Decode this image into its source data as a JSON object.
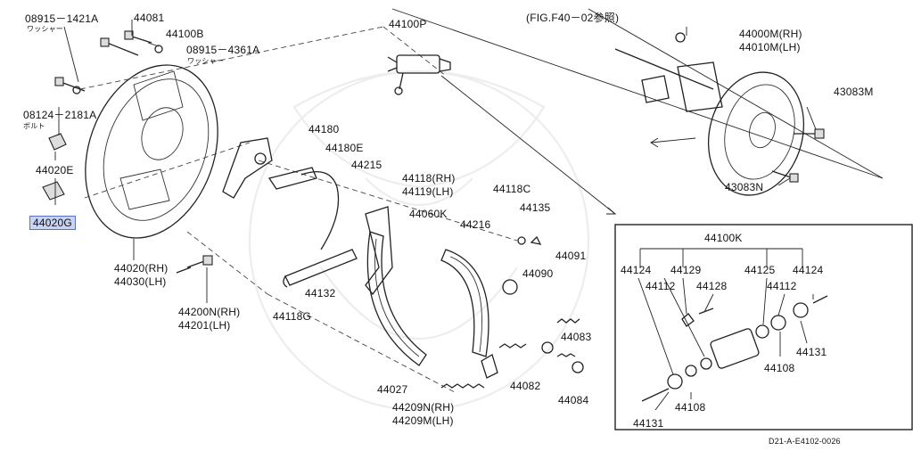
{
  "diagram": {
    "part_labels": {
      "p08915_1421A": "08915－1421A",
      "p44081": "44081",
      "p44100B": "44100B",
      "p08915_4361A": "08915－4361A",
      "p08124_2181A": "08124－2181A",
      "p44020E": "44020E",
      "p44020G": "44020G",
      "p44020_rh": "44020(RH)",
      "p44030_lh": "44030(LH)",
      "p44200N_rh": "44200N(RH)",
      "p44201_lh": "44201(LH)",
      "p44100P": "44100P",
      "p44180": "44180",
      "p44180E": "44180E",
      "p44215": "44215",
      "p44118_rh": "44118(RH)",
      "p44119_lh": "44119(LH)",
      "p44060K": "44060K",
      "p44216": "44216",
      "p44118C": "44118C",
      "p44135": "44135",
      "p44132": "44132",
      "p44118G": "44118G",
      "p44090": "44090",
      "p44091": "44091",
      "p44083": "44083",
      "p44082": "44082",
      "p44084": "44084",
      "p44027": "44027",
      "p44209N_rh": "44209N(RH)",
      "p44209M_lh": "44209M(LH)",
      "p44000M_rh": "44000M(RH)",
      "p44010M_lh": "44010M(LH)",
      "p43083M": "43083M",
      "p43083N": "43083N"
    },
    "annotations": {
      "washer_1": "ワッシャー",
      "washer_2": "ワッシャー",
      "bolt": "ボルト",
      "fig_ref": "(FIG.F40－02参照)",
      "footer_code": "D21-A-E4102-0026"
    },
    "inset": {
      "title": "44100K",
      "labels": {
        "i44124_a": "44124",
        "i44129": "44129",
        "i44112_a": "44112",
        "i44128": "44128",
        "i44125": "44125",
        "i44124_b": "44124",
        "i44112_b": "44112",
        "i44131_a": "44131",
        "i44108_a": "44108",
        "i44108_b": "44108",
        "i44131_b": "44131"
      }
    },
    "highlight_color": "#c9d3f2"
  }
}
